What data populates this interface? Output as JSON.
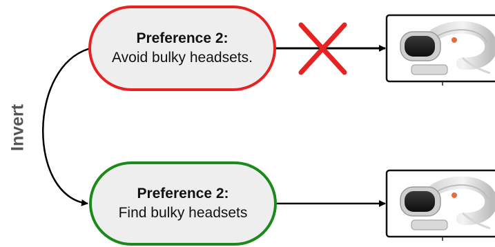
{
  "top_node": {
    "title": "Preference 2:",
    "description": "Avoid bulky headsets.",
    "border_color": "#e62222",
    "status": "rejected"
  },
  "bottom_node": {
    "title": "Preference 2:",
    "description": "Find bulky headsets",
    "border_color": "#1b8a1b",
    "status": "accepted"
  },
  "invert_label": "Invert",
  "reject_mark_color": "#e62222",
  "icons": {
    "product_image": "vr-headset-icon",
    "reject_mark": "red-x-icon"
  }
}
